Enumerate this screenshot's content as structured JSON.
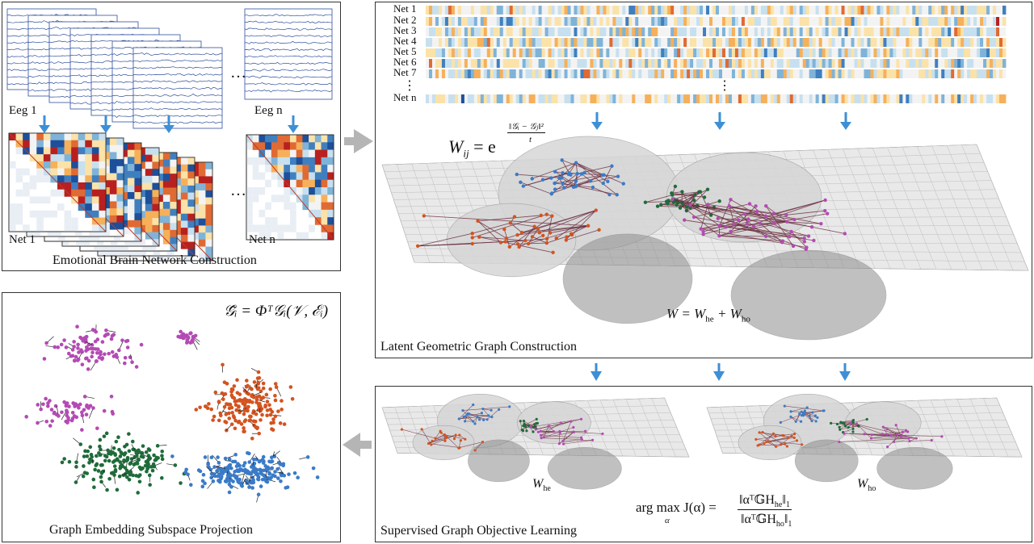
{
  "panels": {
    "construction": {
      "caption": "Emotional Brain Network Construction",
      "eeg_labels": [
        "Eeg 1",
        "Eeg n"
      ],
      "net_labels": [
        "Net 1",
        "Net n"
      ],
      "ellipsis": "…"
    },
    "latent": {
      "caption": "Latent Geometric Graph Construction",
      "net_rows": [
        "Net 1",
        "Net 2",
        "Net 3",
        "Net 4",
        "Net 5",
        "Net 6",
        "Net 7",
        "Net n"
      ],
      "vdots": "⋮",
      "formula_w": "W = W",
      "formula_he": "he",
      "formula_plus": " + W",
      "formula_ho": "ho",
      "wij": "W",
      "wij_sub": "ij",
      "wij_eq": "= e",
      "exp_num": "‖𝒢ᵢ − 𝒢ⱼ‖²",
      "exp_den": "t"
    },
    "supervised": {
      "caption": "Supervised Graph Objective Learning",
      "w_label": "W",
      "w_he": "he",
      "w_ho": "ho",
      "objective_left": "arg max J(α) =",
      "objective_sub": "α",
      "objective_num": "‖αᵀ𝔾H",
      "objective_num_sub": "he",
      "objective_den": "‖αᵀ𝔾H",
      "objective_den_sub": "ho",
      "norm_sub": "1"
    },
    "embedding": {
      "caption": "Graph Embedding Subspace Projection",
      "formula": "𝒢̃ᵢ = Φᵀ𝒢ᵢ(𝒱, ℰᵢ)"
    }
  },
  "colors": {
    "border": "#333333",
    "arrow_blue": "#3d8fd6",
    "big_arrow": "#b5b5b5",
    "eeg_line": "#2f4f9e",
    "cluster_purple": "#b44ab4",
    "cluster_orange": "#d4531f",
    "cluster_green": "#1f6b3a",
    "cluster_blue": "#3a7bc8"
  },
  "icons": [
    "down-arrow-icon",
    "right-arrow-icon",
    "left-arrow-icon"
  ]
}
